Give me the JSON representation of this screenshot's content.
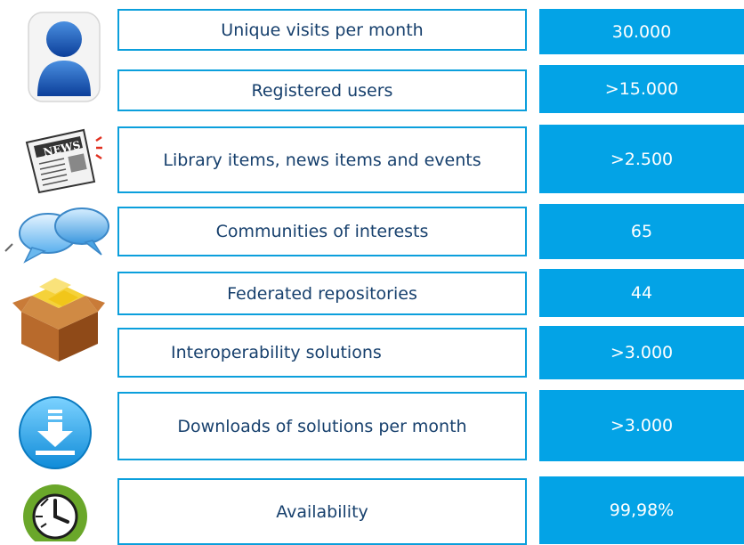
{
  "rows": [
    {
      "label": "Unique visits per month",
      "value": "30.000"
    },
    {
      "label": "Registered users",
      "value": ">15.000"
    },
    {
      "label": "Library items, news items and events",
      "value": ">2.500"
    },
    {
      "label": "Communities of interests",
      "value": "65"
    },
    {
      "label": "Federated repositories",
      "value": "44"
    },
    {
      "label": "Interoperability solutions",
      "value": ">3.000"
    },
    {
      "label": "Downloads of solutions per month",
      "value": ">3.000"
    },
    {
      "label": "Availability",
      "value": "99,98%"
    }
  ],
  "icons": {
    "users": "user-icon",
    "news": "newspaper-icon",
    "communities": "speech-bubbles-icon",
    "repositories": "package-icon",
    "downloads": "download-icon",
    "availability": "clock-icon"
  },
  "news_icon_text": "NEWS",
  "colors": {
    "accent": "#03a3e6",
    "border": "#0b9fdc",
    "label_text": "#17406d"
  }
}
